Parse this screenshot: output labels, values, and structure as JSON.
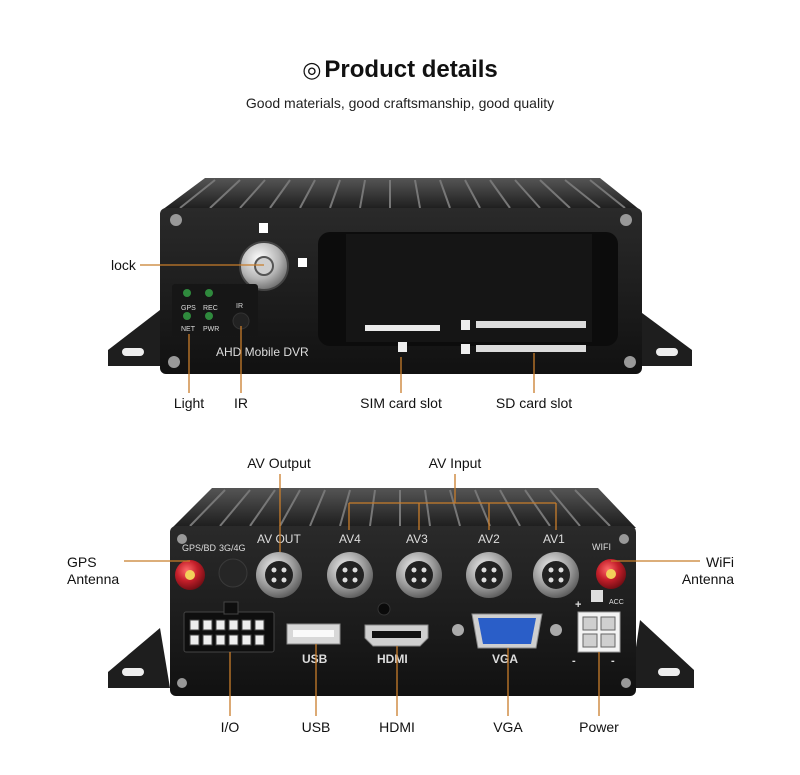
{
  "header": {
    "title_icon": "◎",
    "title": "Product details",
    "subtitle": "Good materials, good craftsmanship, good quality"
  },
  "front_view": {
    "model_text": "AHD Mobile DVR",
    "led_labels": [
      "GPS",
      "REC",
      "NET",
      "PWR"
    ],
    "ir_text": "IR",
    "callouts": {
      "lock": "lock",
      "light": "Light",
      "ir": "IR",
      "sim": "SIM card slot",
      "sd": "SD card slot"
    }
  },
  "rear_view": {
    "panel_labels": {
      "gps_bd": "GPS/BD",
      "net": "3G/4G",
      "av_out": "AV OUT",
      "av4": "AV4",
      "av3": "AV3",
      "av2": "AV2",
      "av1": "AV1",
      "wifi": "WIFI",
      "usb": "USB",
      "hdmi": "HDMI",
      "vga": "VGA",
      "acc": "ACC",
      "plus": "+",
      "minus": "-"
    },
    "callouts": {
      "av_output": "AV Output",
      "av_input": "AV Input",
      "gps_antenna_1": "GPS",
      "gps_antenna_2": "Antenna",
      "wifi_antenna_1": "WiFi",
      "wifi_antenna_2": "Antenna",
      "io": "I/O",
      "usb": "USB",
      "hdmi": "HDMI",
      "vga": "VGA",
      "power": "Power"
    }
  },
  "colors": {
    "callout_line": "#c87d2b",
    "body": "#1b1b1b",
    "antenna": "#b8202a"
  }
}
